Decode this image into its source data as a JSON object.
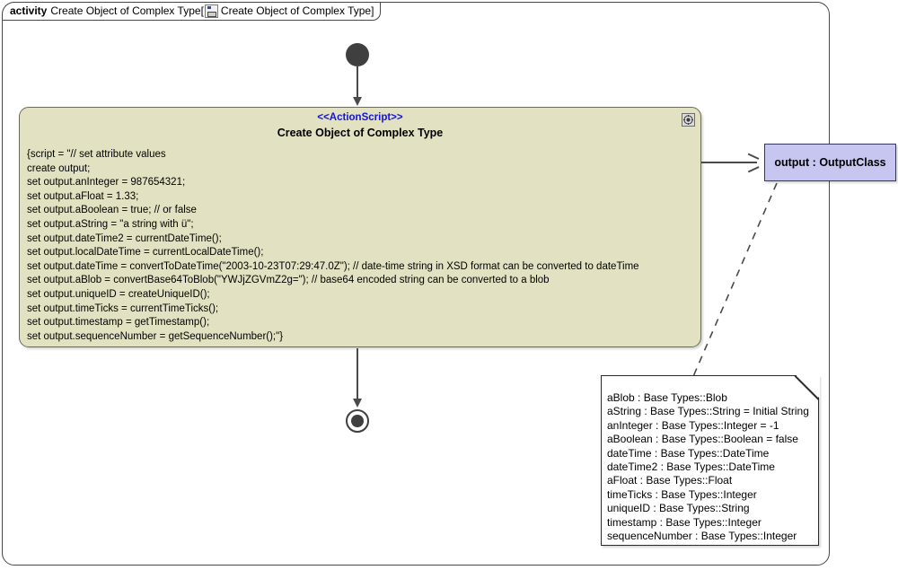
{
  "frame": {
    "keyword": "activity",
    "name": "Create Object of Complex Type",
    "bracket_open": "[",
    "diagram_icon": "activity-diagram-icon",
    "diagram_name": "Create Object of Complex Type",
    "bracket_close": "]"
  },
  "action": {
    "stereotype": "<<ActionScript>>",
    "title": "Create Object of Complex Type",
    "gear_icon": "gear-icon",
    "fill_color": "#e2e2c2",
    "border_color": "#6c6c55",
    "stereotype_color": "#1414d6",
    "script_lines": [
      "{script = \"// set attribute values",
      "create output;",
      "set output.anInteger = 987654321;",
      "set output.aFloat = 1.33;",
      "set output.aBoolean = true; // or false",
      "set output.aString = \"a string with ü\";",
      "set output.dateTime2 = currentDateTime();",
      "set output.localDateTime = currentLocalDateTime();",
      "set output.dateTime = convertToDateTime(\"2003-10-23T07:29:47.0Z\"); // date-time string in XSD format can be converted to dateTime",
      "set output.aBlob = convertBase64ToBlob(\"YWJjZGVmZ2g=\"); // base64 encoded string can be converted to a blob",
      "set output.uniqueID = createUniqueID();",
      "set output.timeTicks = currentTimeTicks();",
      "set output.timestamp = getTimestamp();",
      "set output.sequenceNumber = getSequenceNumber();\"}"
    ]
  },
  "output_object": {
    "label": "output : OutputClass",
    "fill_color": "#c6c6f0",
    "border_color": "#36365c"
  },
  "note": {
    "attributes": [
      "aBlob : Base Types::Blob",
      "aString : Base Types::String = Initial String",
      "anInteger : Base Types::Integer = -1",
      "aBoolean : Base Types::Boolean = false",
      "dateTime : Base Types::DateTime",
      "dateTime2 : Base Types::DateTime",
      "aFloat : Base Types::Float",
      "timeTicks : Base Types::Integer",
      "uniqueID : Base Types::String",
      "timestamp : Base Types::Integer",
      "sequenceNumber : Base Types::Integer"
    ]
  },
  "nodes": {
    "initial_node": "initial-node",
    "final_node": "activity-final-node"
  },
  "edges": {
    "start_to_action": "control-flow",
    "action_to_final": "control-flow",
    "action_to_output": "object-flow",
    "output_to_note": "note-anchor-dashed"
  }
}
